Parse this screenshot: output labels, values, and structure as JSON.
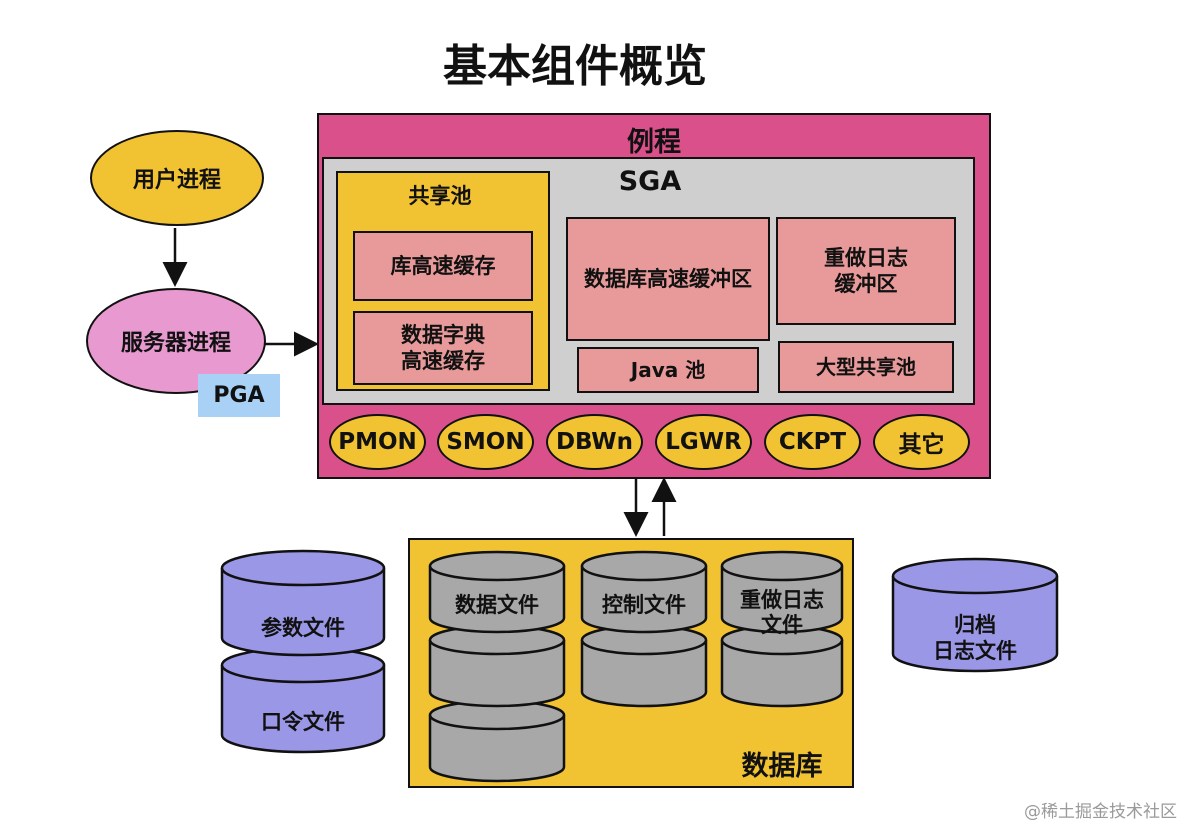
{
  "title": "基本组件概览",
  "instance": {
    "label": "例程",
    "sga": {
      "label": "SGA",
      "shared_pool": {
        "label": "共享池",
        "library_cache": "库高速缓存",
        "dictionary_cache": [
          "数据字典",
          "高速缓存"
        ]
      },
      "db_buffer_cache": "数据库高速缓冲区",
      "redo_log_buffer": [
        "重做日志",
        "缓冲区"
      ],
      "java_pool": "Java 池",
      "large_pool": "大型共享池"
    },
    "processes": [
      "PMON",
      "SMON",
      "DBWn",
      "LGWR",
      "CKPT",
      "其它"
    ]
  },
  "user_process": "用户进程",
  "server_process": "服务器进程",
  "pga": "PGA",
  "database": {
    "label": "数据库",
    "data_files": "数据文件",
    "control_files": "控制文件",
    "redo_log_files": [
      "重做日志",
      "文件"
    ]
  },
  "parameter_file": "参数文件",
  "password_file": "口令文件",
  "archived_log_files": [
    "归档",
    "日志文件"
  ],
  "watermark": "@稀土掘金技术社区",
  "colors": {
    "instance_fill": "#d9508a",
    "sga_fill": "#cfcfcf",
    "shared_pool_fill": "#f1c232",
    "memory_box_fill": "#e89a9a",
    "process_fill": "#f1c232",
    "server_process_fill": "#e89ad0",
    "pga_fill": "#a9d0f5",
    "database_fill": "#f1c232",
    "disk_gray": "#a8a8a8",
    "disk_purple": "#9a98e6"
  }
}
